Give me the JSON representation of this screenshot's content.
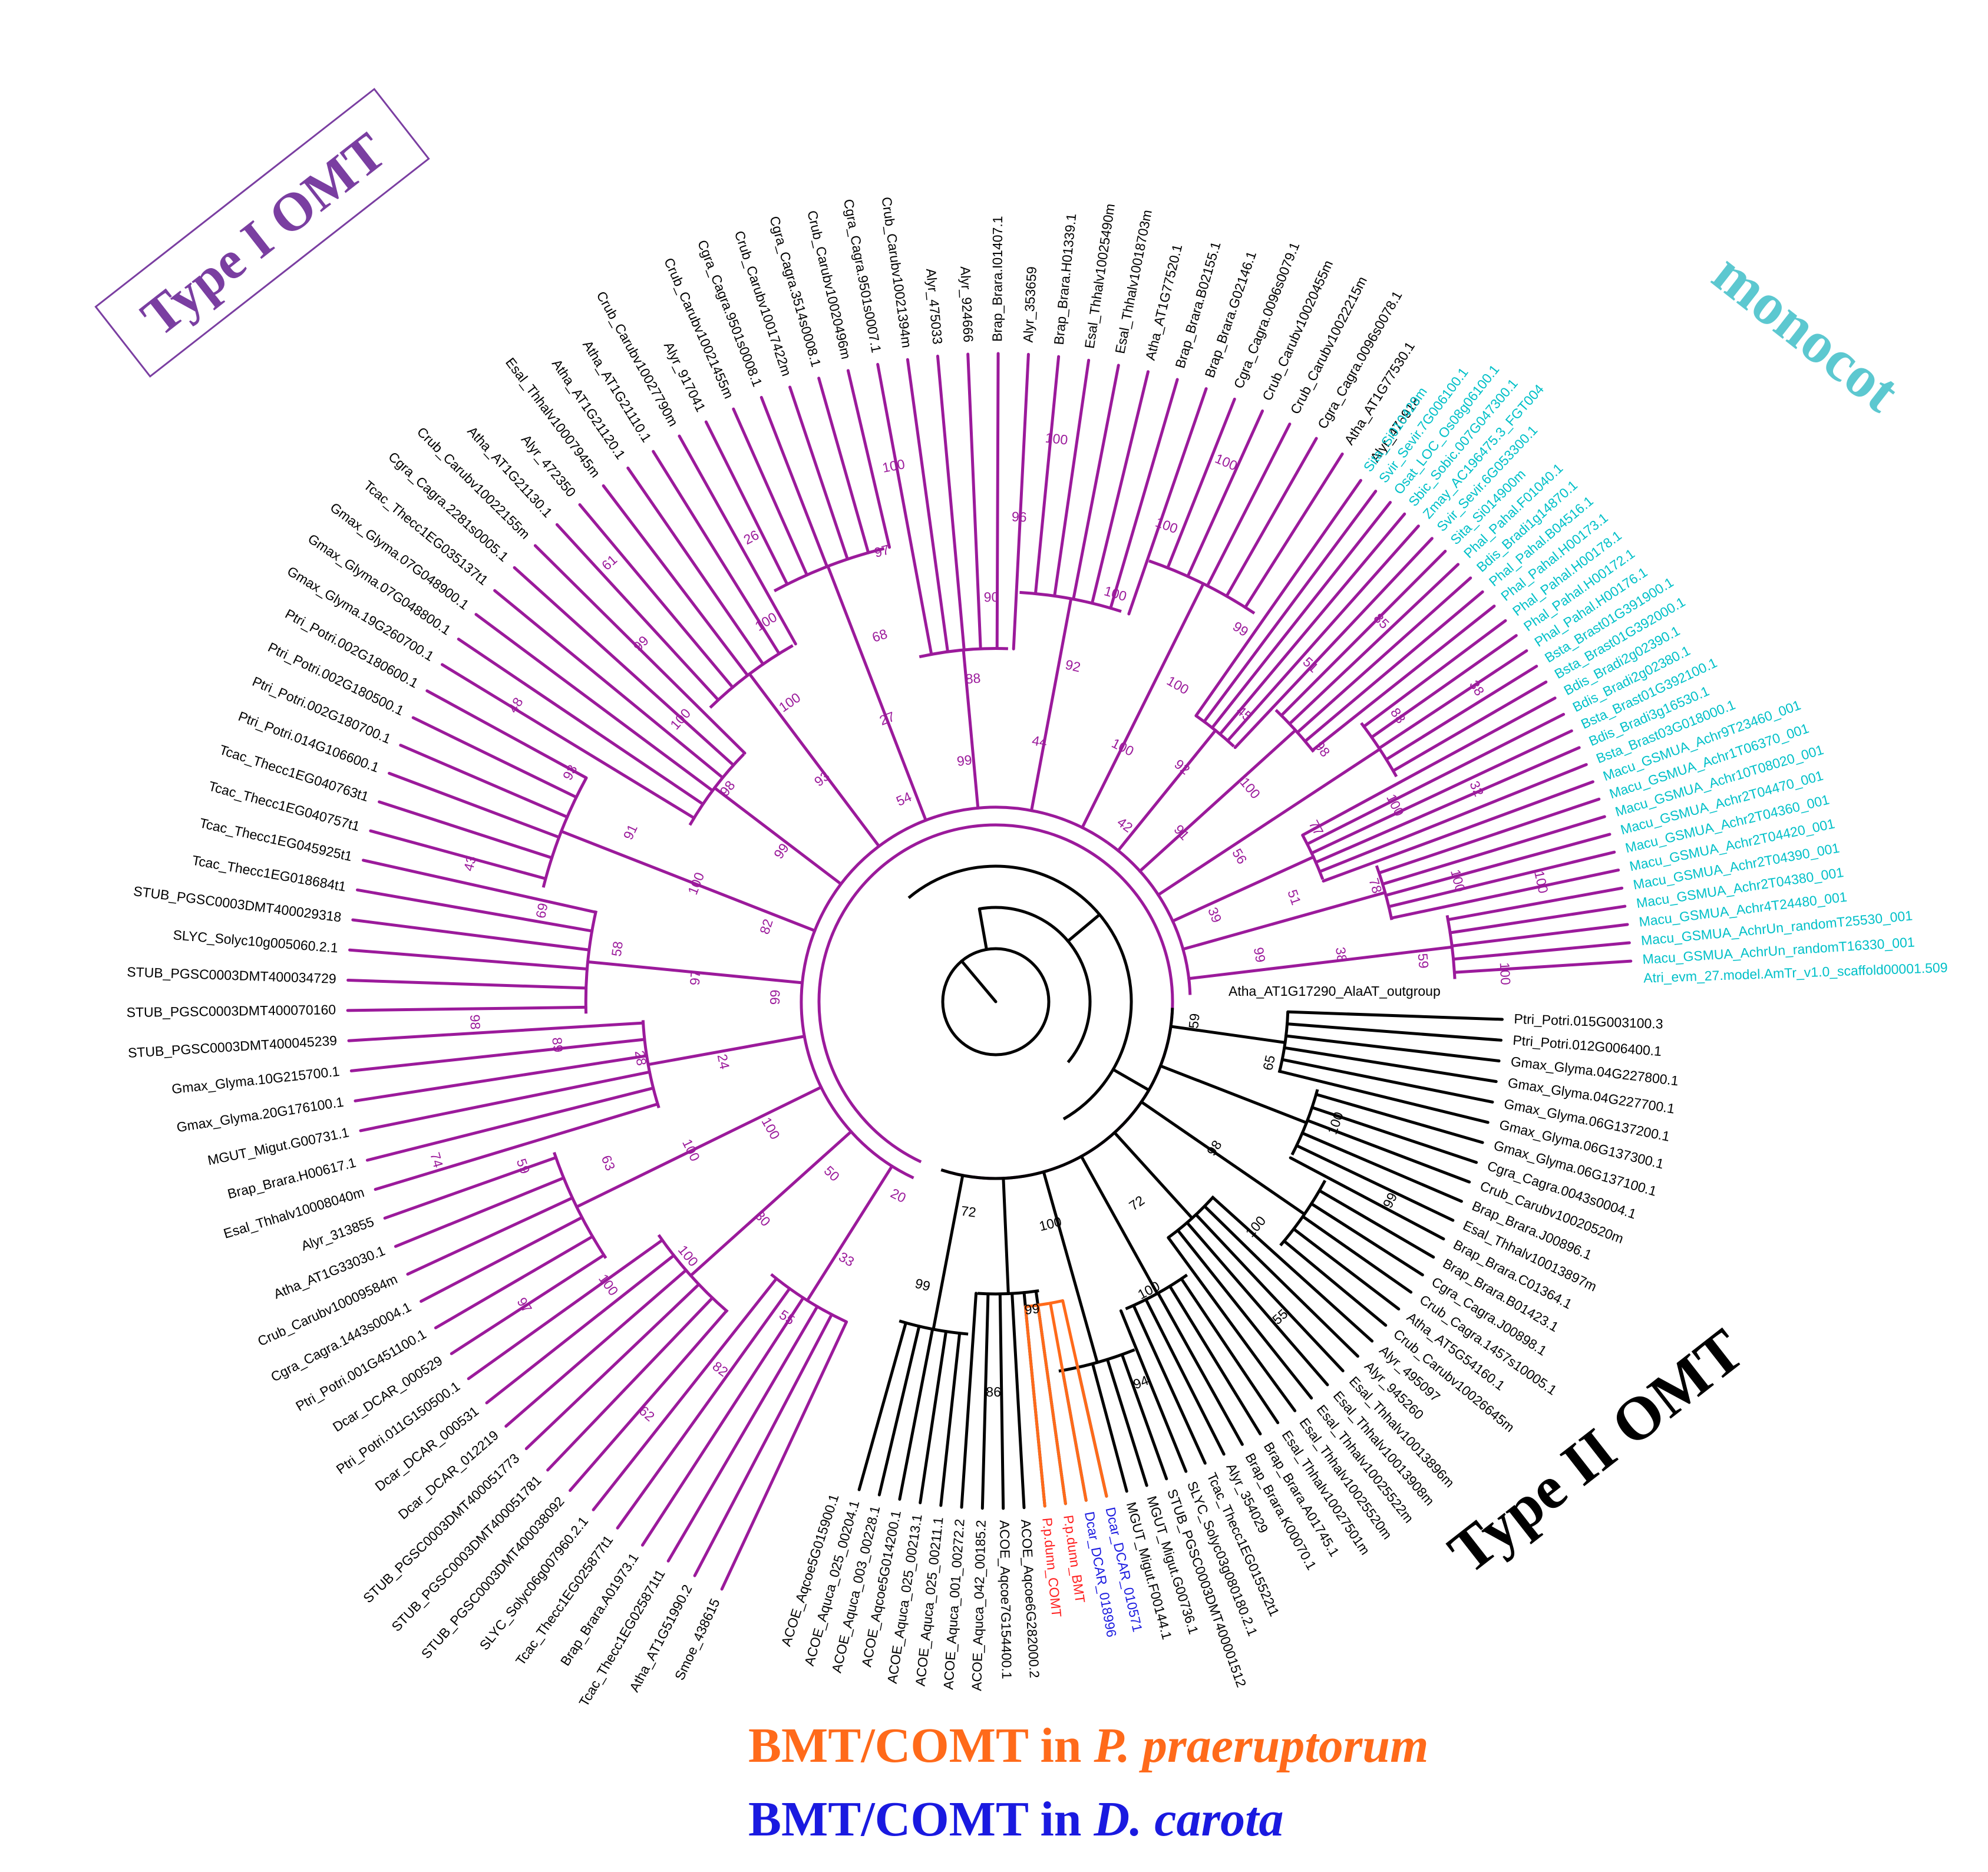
{
  "colors": {
    "type1": "#9b1a9b",
    "type1_box": "#7a3ea1",
    "monocot": "#00c0c8",
    "monocot_title": "#5cc8d0",
    "type2": "#000000",
    "praeruptorum": "#ff6a1a",
    "carota": "#1a1ae0",
    "red_label": "#ff2020"
  },
  "titles": {
    "type1": "Type I OMT",
    "type2": "Type II OMT",
    "monocot": "monocot"
  },
  "legend": {
    "line1_prefix": "BMT/COMT in ",
    "line1_species": "P. praeruptorum",
    "line2_prefix": "BMT/COMT in ",
    "line2_species": "D. carota"
  },
  "outgroup_label": "Atha_AT1G17290_AlaAT_outgroup",
  "clade_type1": [
    "Smoe_438615",
    "Atha_AT1G51990.2",
    "Tcac_Thecc1EG025871t1",
    "Brap_Brara.A01973.1",
    "Tcac_Thecc1EG025877t1",
    "SLYC_Solyc06g007960.2.1",
    "STUB_PGSC0003DMT400038092",
    "STUB_PGSC0003DMT400051781",
    "STUB_PGSC0003DMT400051773",
    "Dcar_DCAR_012219",
    "Dcar_DCAR_000531",
    "Ptri_Potri.011G150500.1",
    "Dcar_DCAR_000529",
    "Ptri_Potri.001G451100.1",
    "Cgra_Cagra.1443s0004.1",
    "Crub_Carubv10009584m",
    "Atha_AT1G33030.1",
    "Alyr_313855",
    "Esal_Thhalv10008040m",
    "Brap_Brara.H00617.1",
    "MGUT_Migut.G00731.1",
    "Gmax_Glyma.20G176100.1",
    "Gmax_Glyma.10G215700.1",
    "STUB_PGSC0003DMT400045239",
    "STUB_PGSC0003DMT400070160",
    "STUB_PGSC0003DMT400034729",
    "SLYC_Solyc10g005060.2.1",
    "STUB_PGSC0003DMT400029318",
    "Tcac_Thecc1EG018684t1",
    "Tcac_Thecc1EG045925t1",
    "Tcac_Thecc1EG040757t1",
    "Tcac_Thecc1EG040763t1",
    "Ptri_Potri.014G106600.1",
    "Ptri_Potri.002G180700.1",
    "Ptri_Potri.002G180500.1",
    "Ptri_Potri.002G180600.1",
    "Gmax_Glyma.19G260700.1",
    "Gmax_Glyma.07G048800.1",
    "Gmax_Glyma.07G048900.1",
    "Tcac_Thecc1EG035137t1",
    "Cgra_Cagra.2281s0005.1",
    "Crub_Carubv10022155m",
    "Atha_AT1G21130.1",
    "Alyr_472350",
    "Esal_Thhalv10007945m",
    "Atha_AT1G21120.1",
    "Atha_AT1G21110.1",
    "Crub_Carubv10027790m",
    "Alyr_917041",
    "Crub_Carubv10021455m",
    "Cgra_Cagra.9501s0008.1",
    "Crub_Carubv10017422m",
    "Cgra_Cagra.3514s0008.1",
    "Crub_Carubv10020496m",
    "Cgra_Cagra.9501s0007.1",
    "Crub_Carubv10021394m",
    "Alyr_475033",
    "Alyr_924666",
    "Brap_Brara.I01407.1",
    "Alyr_353659",
    "Brap_Brara.H01339.1",
    "Esal_Thhalv10025490m",
    "Esal_Thhalv10018703m",
    "Atha_AT1G77520.1",
    "Brap_Brara.B02155.1",
    "Brap_Brara.G02146.1",
    "Cgra_Cagra.0096s0079.1",
    "Crub_Carubv10020455m",
    "Crub_Carubv10022215m",
    "Cgra_Cagra.0096s0078.1",
    "Atha_AT1G77530.1",
    "Alyr_476918"
  ],
  "clade_monocot": [
    "Sita_Si010429m",
    "Svir_Sevir.7G006100.1",
    "Osat_LOC_Os08g06100.1",
    "Sbic_Sobic.007G047300.1",
    "Zmay_AC196475.3_FGT004",
    "Svir_Sevir.6G053300.1",
    "Sita_Si014900m",
    "Phal_Pahal.F01040.1",
    "Bdis_Bradi1g14870.1",
    "Phal_Pahal.B04516.1",
    "Phal_Pahal.H00173.1",
    "Phal_Pahal.H00178.1",
    "Phal_Pahal.H00172.1",
    "Phal_Pahal.H00176.1",
    "Bsta_Brast01G391900.1",
    "Bsta_Brast01G392000.1",
    "Bdis_Bradi2g02390.1",
    "Bdis_Bradi2g02380.1",
    "Bsta_Brast01G392100.1",
    "Bdis_Bradi3g16530.1",
    "Bsta_Brast03G018000.1",
    "Macu_GSMUA_Achr9T23460_001",
    "Macu_GSMUA_Achr1T06370_001",
    "Macu_GSMUA_Achr10T08020_001",
    "Macu_GSMUA_Achr2T04470_001",
    "Macu_GSMUA_Achr2T04360_001",
    "Macu_GSMUA_Achr2T04420_001",
    "Macu_GSMUA_Achr2T04390_001",
    "Macu_GSMUA_Achr2T04380_001",
    "Macu_GSMUA_Achr4T24480_001",
    "Macu_GSMUA_AchrUn_randomT25530_001",
    "Macu_GSMUA_AchrUn_randomT16330_001",
    "Atri_evm_27.model.AmTr_v1.0_scaffold00001.509"
  ],
  "clade_type2": [
    "Ptri_Potri.015G003100.3",
    "Ptri_Potri.012G006400.1",
    "Gmax_Glyma.04G227800.1",
    "Gmax_Glyma.04G227700.1",
    "Gmax_Glyma.06G137200.1",
    "Gmax_Glyma.06G137300.1",
    "Gmax_Glyma.06G137100.1",
    "Cgra_Cagra.0043s0004.1",
    "Crub_Carubv10020520m",
    "Brap_Brara.J00896.1",
    "Esal_Thhalv10013897m",
    "Brap_Brara.C01364.1",
    "Brap_Brara.B01423.1",
    "Cgra_Cagra.J00898.1",
    "Crub_Cagra.1457s10005.1",
    "Atha_AT5G54160.1",
    "Crub_Carubv10026645m",
    "Alyr_495097",
    "Alyr_945260",
    "Esal_Thhalv10013896m",
    "Esal_Thhalv10013908m",
    "Esal_Thhalv10025522m",
    "Esal_Thhalv10025520m",
    "Esal_Thhalv10027501m",
    "Brap_Brara.A01745.1",
    "Brap_Brara.K00070.1",
    "Alyr_354029",
    "Tcac_Thecc1EG015522t1",
    "SLYC_Solyc03g080180.2.1",
    "STUB_PGSC0003DMT400001512",
    "MGUT_Migut.G00736.1",
    "MGUT_Migut.F00144.1",
    "Dcar_DCAR_010571",
    "Dcar_DCAR_018996",
    "P.p.dunn_BMT",
    "P.p.dunn_COMT",
    "ACOE_Aqcoe6G282000.2",
    "ACOE_Aqcoe7G154400.1",
    "ACOE_Aquca_042_00185.2",
    "ACOE_Aquca_001_00272.2",
    "ACOE_Aquca_025_00211.1",
    "ACOE_Aquca_025_00213.1",
    "ACOE_Aqcoe5G014200.1",
    "ACOE_Aquca_003_00228.1",
    "ACOE_Aquca_025_00204.1",
    "ACOE_Aqcoe5G015900.1"
  ],
  "bootstrap_type1": [
    "20",
    "33",
    "55",
    "82",
    "62",
    "50",
    "30",
    "100",
    "100",
    "97",
    "100",
    "100",
    "63",
    "59",
    "74",
    "24",
    "28",
    "89",
    "98",
    "99",
    "97",
    "58",
    "69",
    "43",
    "82",
    "100",
    "91",
    "93",
    "48",
    "99",
    "98",
    "100",
    "99",
    "61",
    "93",
    "100",
    "100",
    "26",
    "54",
    "27",
    "68",
    "97",
    "100",
    "99",
    "88",
    "90",
    "96",
    "100",
    "44",
    "92",
    "100",
    "100",
    "100",
    "100",
    "100",
    "99"
  ],
  "bootstrap_monocot": [
    "42",
    "92",
    "45",
    "51",
    "85",
    "91",
    "100",
    "98",
    "88",
    "38",
    "56",
    "77",
    "100",
    "32",
    "39",
    "51",
    "78",
    "100",
    "100",
    "99",
    "38",
    "59",
    "100"
  ],
  "bootstrap_type2": [
    "59",
    "65",
    "100",
    "99",
    "98",
    "100",
    "55",
    "72",
    "100",
    "94",
    "100",
    "99",
    "86",
    "72",
    "99"
  ]
}
